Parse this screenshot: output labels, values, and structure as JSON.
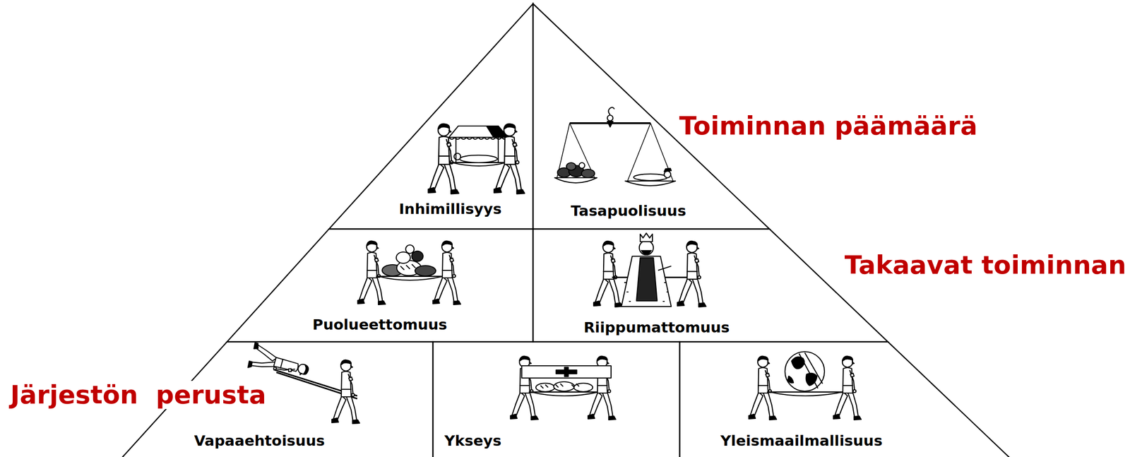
{
  "diagram": {
    "nodes": [
      {
        "text": [
          "Inhimillisyys"
        ]
      },
      {
        "text": [
          "Tasapuolisuus"
        ]
      },
      {
        "text": [
          "Puolueettomuus"
        ]
      },
      {
        "text": [
          "Riippumattomuus"
        ]
      },
      {
        "text": [
          "Vapaaehtoisuus"
        ]
      },
      {
        "text": [
          "Ykseys"
        ]
      },
      {
        "text": [
          "Yleismaailmallisuus"
        ]
      }
    ],
    "labels": [
      "Toiminnan päämäärä",
      "Takaavat toiminnan",
      "Järjestön  perusta"
    ]
  }
}
